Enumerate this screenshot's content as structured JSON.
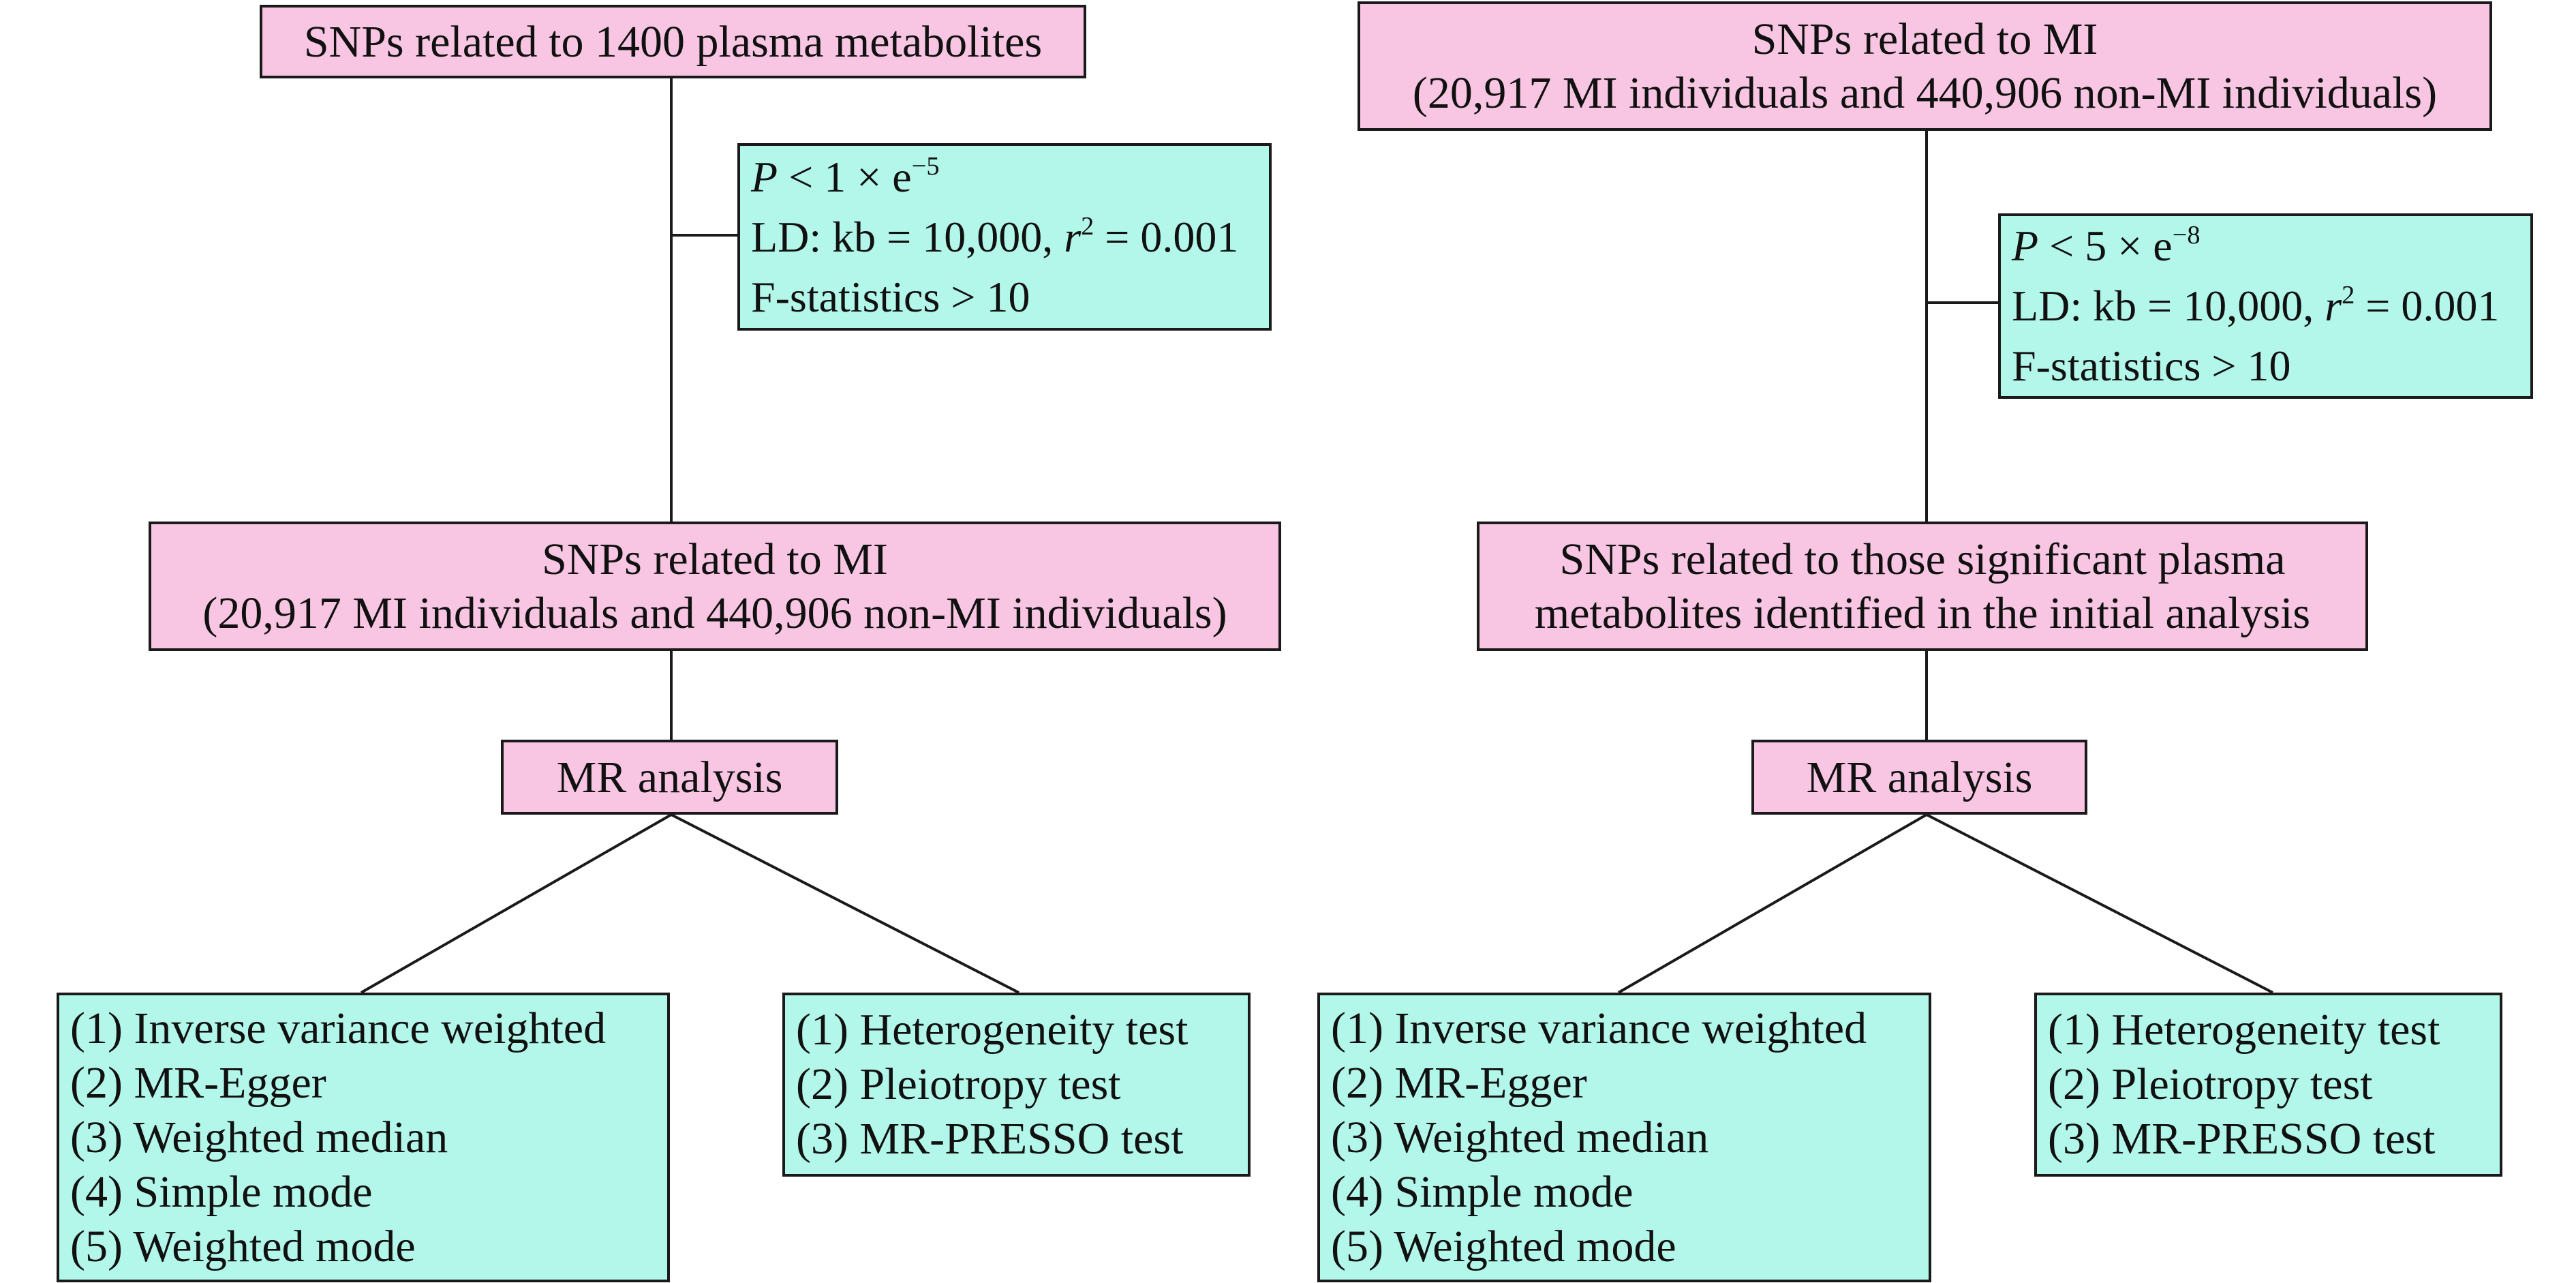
{
  "left": {
    "top_box": "SNPs related to 1400 plasma metabolites",
    "criteria": {
      "p_var": "P",
      "p_text": " < 1 × e",
      "p_exp": "−5",
      "ld_text": "LD: kb = 10,000, ",
      "r_var": "r",
      "r_exp": "2",
      "r_val": " = 0.001",
      "f_text": "F-statistics > 10"
    },
    "mid_box": {
      "line1": "SNPs related to MI",
      "line2": "(20,917 MI individuals and 440,906 non-MI individuals)"
    },
    "mr_box": "MR analysis",
    "methods": [
      "(1) Inverse variance weighted",
      "(2) MR-Egger",
      "(3) Weighted median",
      "(4) Simple mode",
      "(5) Weighted mode"
    ],
    "tests": [
      "(1) Heterogeneity test",
      "(2) Pleiotropy test",
      "(3) MR-PRESSO test"
    ]
  },
  "right": {
    "top_box": {
      "line1": "SNPs related to MI",
      "line2": "(20,917 MI individuals and 440,906 non-MI individuals)"
    },
    "criteria": {
      "p_var": "P",
      "p_text": " < 5 × e",
      "p_exp": "−8",
      "ld_text": "LD: kb = 10,000, ",
      "r_var": "r",
      "r_exp": "2",
      "r_val": " = 0.001",
      "f_text": "F-statistics > 10"
    },
    "mid_box": {
      "line1": "SNPs related to those significant plasma",
      "line2": "metabolites identified in the initial analysis"
    },
    "mr_box": "MR analysis",
    "methods": [
      "(1) Inverse variance weighted",
      "(2) MR-Egger",
      "(3) Weighted median",
      "(4) Simple mode",
      "(5) Weighted mode"
    ],
    "tests": [
      "(1) Heterogeneity test",
      "(2) Pleiotropy test",
      "(3) MR-PRESSO test"
    ]
  },
  "colors": {
    "pink": "#f8c6e2",
    "cyan": "#b3f7ea",
    "line": "#1a1a1a"
  }
}
